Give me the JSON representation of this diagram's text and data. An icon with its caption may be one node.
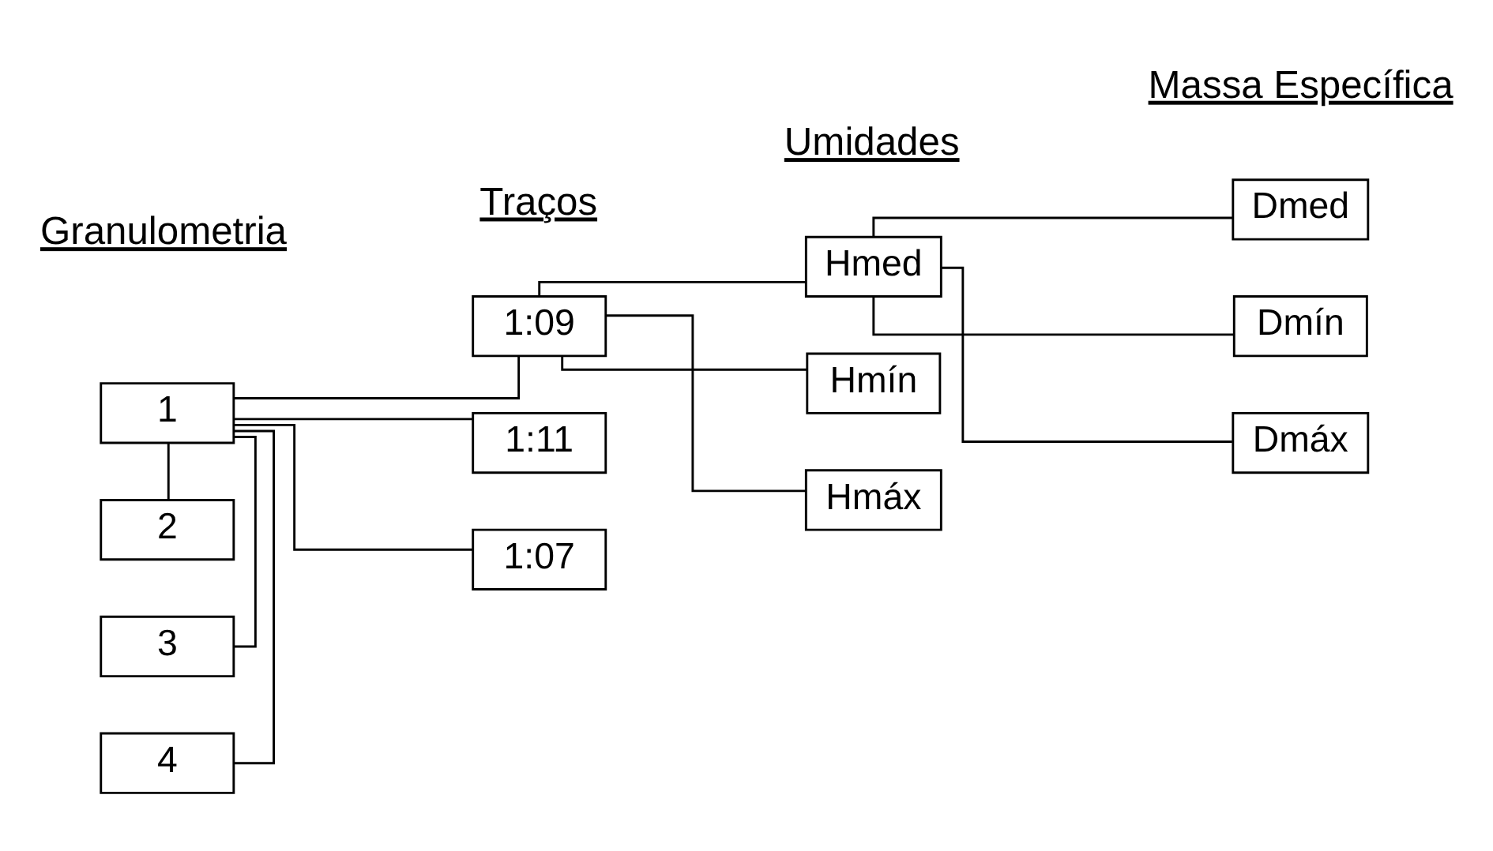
{
  "diagram": {
    "nodes": [
      {
        "text": [
          "1"
        ]
      },
      {
        "text": [
          "2"
        ]
      },
      {
        "text": [
          "3"
        ]
      },
      {
        "text": [
          "4"
        ]
      },
      {
        "text": [
          "1:07"
        ]
      },
      {
        "text": [
          "1:09"
        ]
      },
      {
        "text": [
          "1:11"
        ]
      },
      {
        "text": [
          "Hmáx"
        ]
      },
      {
        "text": [
          "Hmed"
        ]
      },
      {
        "text": [
          "Hmín"
        ]
      },
      {
        "text": [
          "Dmáx"
        ]
      },
      {
        "text": [
          "Dmed"
        ]
      },
      {
        "text": [
          "Dmín"
        ]
      }
    ],
    "edges": [
      {
        "from": 0,
        "to": 1,
        "arrow": "none"
      },
      {
        "from": 0,
        "to": 2,
        "arrow": "none"
      },
      {
        "from": 0,
        "to": 3,
        "arrow": "none"
      },
      {
        "from": 0,
        "to": 4,
        "arrow": "none"
      },
      {
        "from": 0,
        "to": 5,
        "arrow": "none"
      },
      {
        "from": 0,
        "to": 6,
        "arrow": "none"
      },
      {
        "from": 5,
        "to": 7,
        "arrow": "none"
      },
      {
        "from": 5,
        "to": 8,
        "arrow": "none"
      },
      {
        "from": 5,
        "to": 9,
        "arrow": "none"
      },
      {
        "from": 8,
        "to": 10,
        "arrow": "none"
      },
      {
        "from": 8,
        "to": 11,
        "arrow": "none"
      },
      {
        "from": 8,
        "to": 12,
        "arrow": "none"
      }
    ],
    "labels": [
      "Granulometria",
      "Traços",
      "Umidades",
      "Massa Específica"
    ]
  }
}
